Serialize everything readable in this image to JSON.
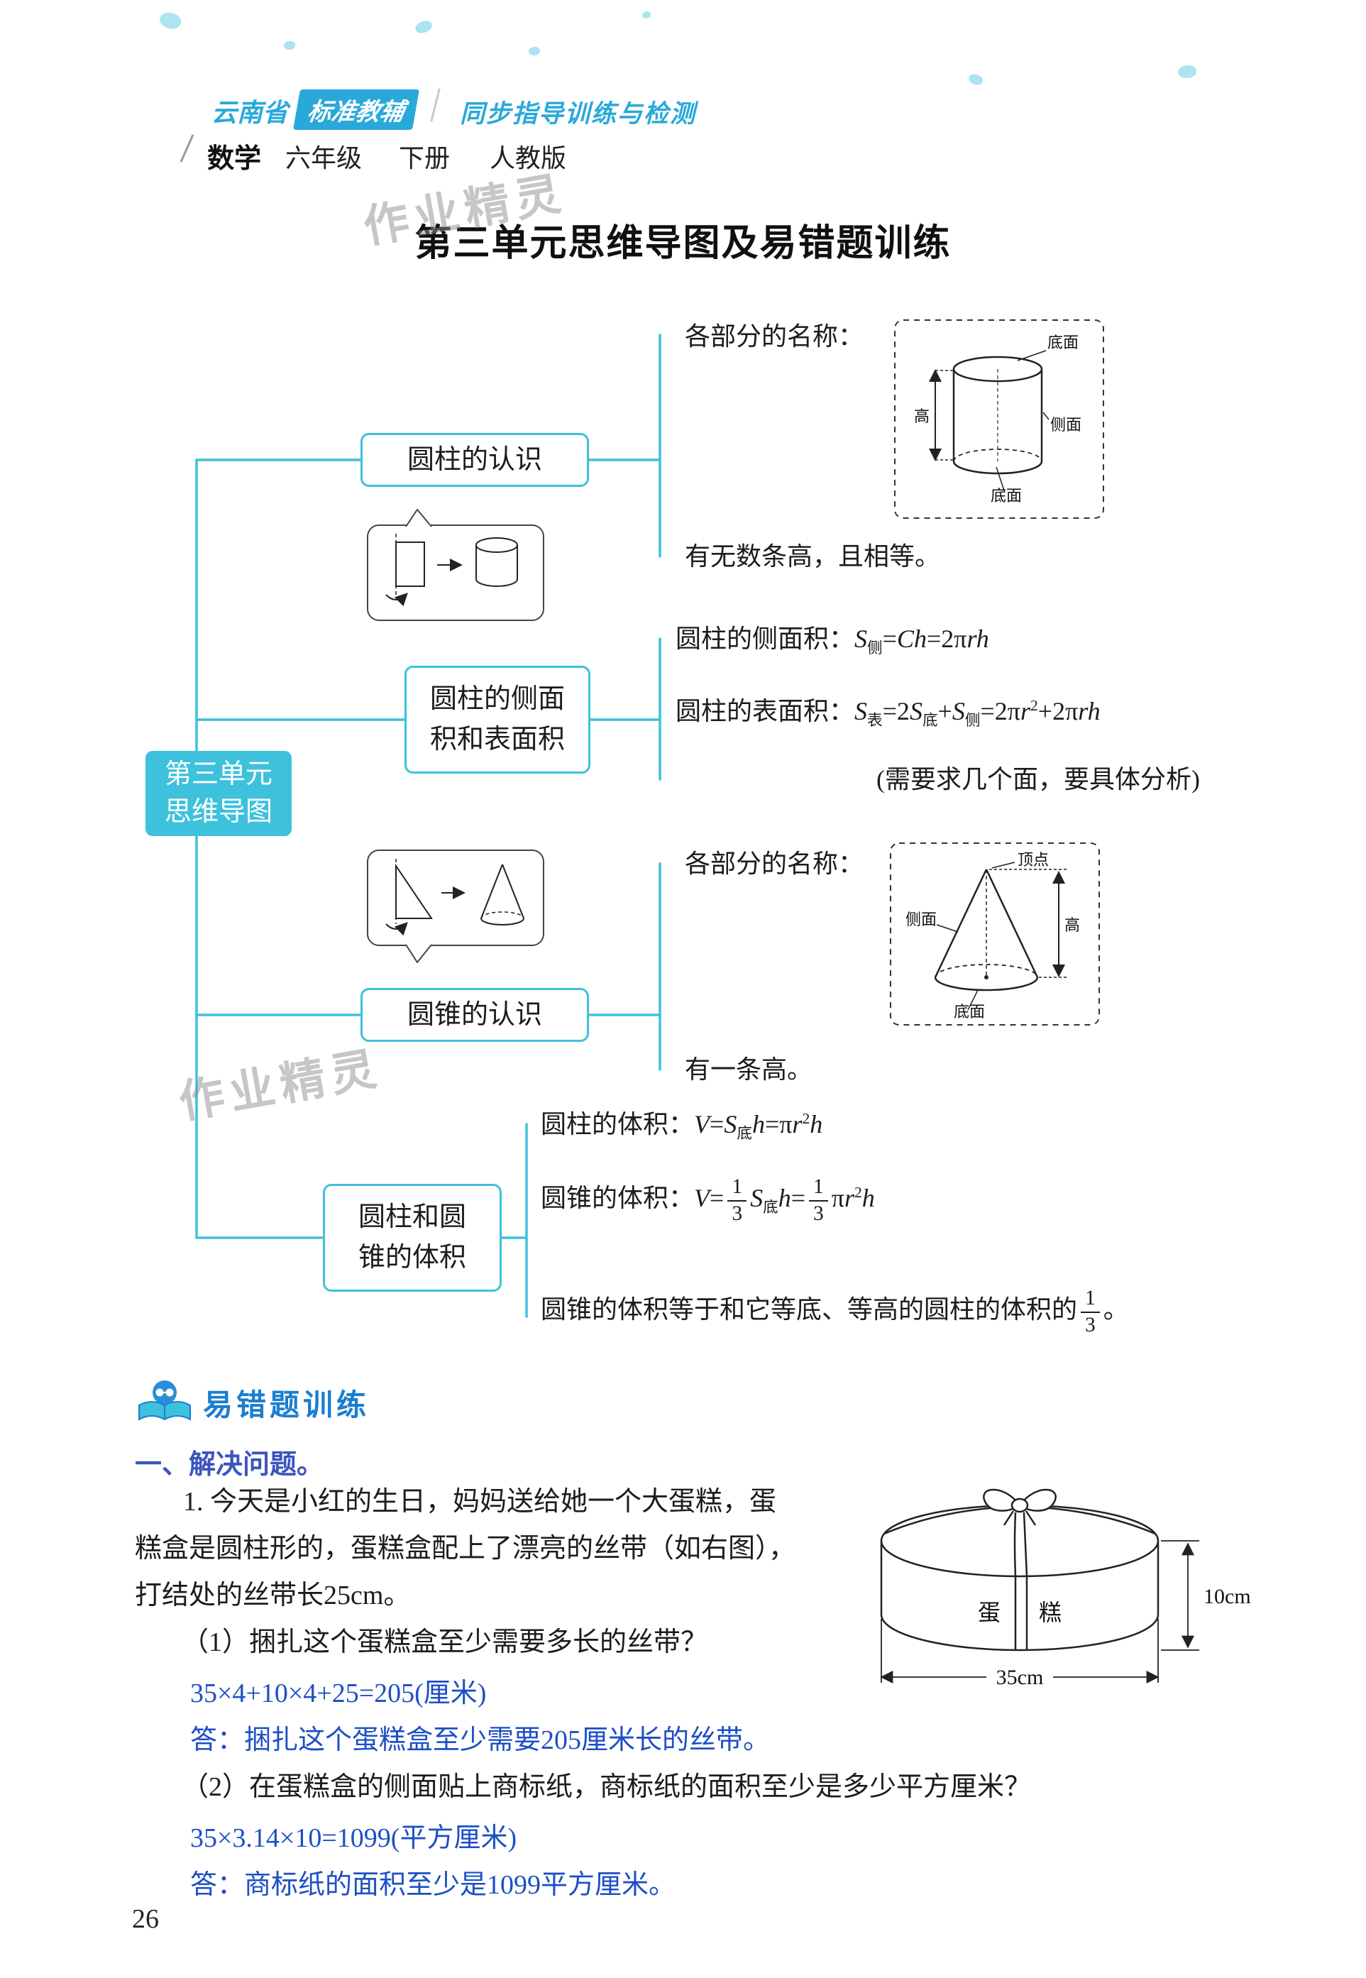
{
  "header": {
    "brand_region": "云南省",
    "brand_name": "标准教辅",
    "brand_series": "同步指导训练与检测",
    "subject": "数学",
    "grade": "六年级",
    "volume": "下册",
    "edition": "人教版"
  },
  "watermark": "作业精灵",
  "title": "第三单元思维导图及易错题训练",
  "mindmap": {
    "root_line1": "第三单元",
    "root_line2": "思维导图",
    "cylinder": {
      "label": "圆柱的认识",
      "parts_title": "各部分的名称：",
      "note": "有无数条高，且相等。",
      "diagram": {
        "top": "底面",
        "side": "侧面",
        "height": "高",
        "bottom": "底面"
      }
    },
    "surface": {
      "label_line1": "圆柱的侧面",
      "label_line2": "积和表面积",
      "lateral_html": "圆柱的侧面积：<i>S</i><sub>侧</sub>=<i>Ch</i>=2π<i>rh</i>",
      "surface_html": "圆柱的表面积：<i>S</i><sub>表</sub>=2<i>S</i><sub>底</sub>+<i>S</i><sub>侧</sub>=2π<i>r</i><sup>2</sup>+2π<i>rh</i>",
      "note": "(需要求几个面，要具体分析)"
    },
    "cone": {
      "label": "圆锥的认识",
      "parts_title": "各部分的名称：",
      "note": "有一条高。",
      "diagram": {
        "apex": "顶点",
        "side": "侧面",
        "height": "高",
        "bottom": "底面"
      }
    },
    "volume": {
      "label_line1": "圆柱和圆",
      "label_line2": "锥的体积",
      "cylinder_html": "圆柱的体积：<i>V</i>=<i>S</i><sub>底</sub><i>h</i>=π<i>r</i><sup>2</sup><i>h</i>",
      "cone_html": "圆锥的体积：<i>V</i>=<span class='frac'><span>1</span><span>3</span></span><i>S</i><sub>底</sub><i>h</i>=<span class='frac'><span>1</span><span>3</span></span>π<i>r</i><sup>2</sup><i>h</i>",
      "relation_html": "圆锥的体积等于和它等底、等高的圆柱的体积的<span class='frac'><span>1</span><span>3</span></span>。"
    }
  },
  "exercise": {
    "section_title": "易错题训练",
    "part_title": "一、解决问题。",
    "p1_line1": "1. 今天是小红的生日，妈妈送给她一个大蛋糕，蛋",
    "p1_line2": "糕盒是圆柱形的，蛋糕盒配上了漂亮的丝带（如右图），",
    "p1_line3": "打结处的丝带长25cm。",
    "q1": "（1）捆扎这个蛋糕盒至少需要多长的丝带？",
    "a1_calc": "35×4+10×4+25=205(厘米)",
    "a1_answer": "答：捆扎这个蛋糕盒至少需要205厘米长的丝带。",
    "q2": "（2）在蛋糕盒的侧面贴上商标纸，商标纸的面积至少是多少平方厘米？",
    "a2_calc": "35×3.14×10=1099(平方厘米)",
    "a2_answer": "答：商标纸的面积至少是1099平方厘米。",
    "figure": {
      "label_left": "蛋",
      "label_right": "糕",
      "height": "10cm",
      "diameter": "35cm"
    }
  },
  "page_number": "26",
  "colors": {
    "accent": "#3ec1dc",
    "answer_blue": "#1d4fc5",
    "section_blue": "#1b7ed0"
  }
}
